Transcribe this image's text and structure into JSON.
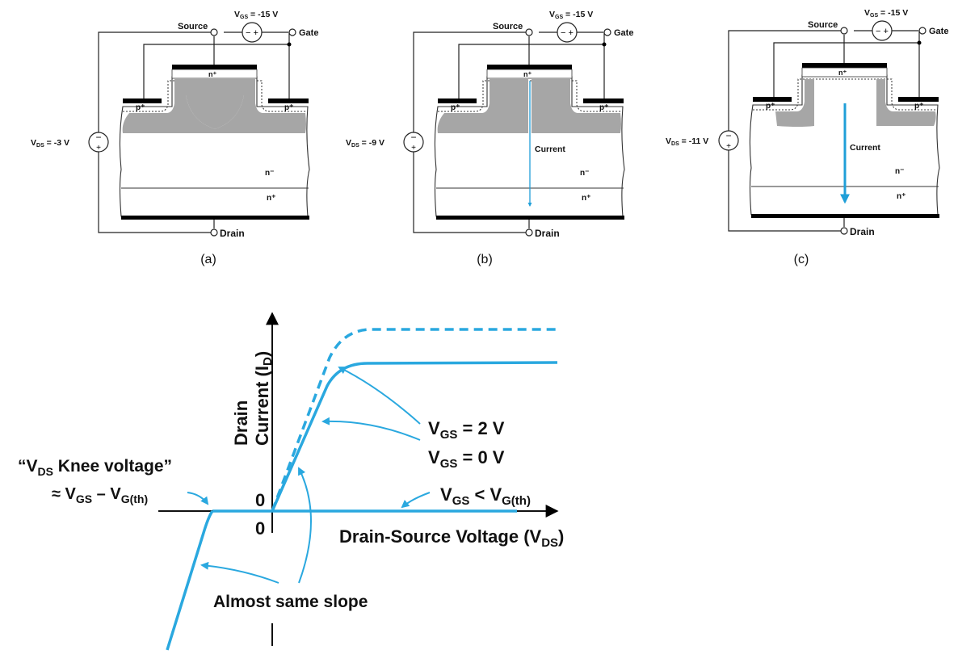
{
  "devices": [
    {
      "source_label": "Source",
      "gate_label": "Gate",
      "drain_label": "Drain",
      "vgs_label": "V",
      "vgs_sub": "GS",
      "vgs_value": " = -15 V",
      "vds_label": "V",
      "vds_sub": "DS",
      "vds_value": " = -3 V",
      "region_n_plus_top": "n⁺",
      "region_p_left": "p⁺",
      "region_p_right": "p⁺",
      "region_n_minus": "n⁻",
      "region_n_plus_bottom": "n⁺",
      "current_label": "",
      "caption": "(a)"
    },
    {
      "source_label": "Source",
      "gate_label": "Gate",
      "drain_label": "Drain",
      "vgs_label": "V",
      "vgs_sub": "GS",
      "vgs_value": " = -15 V",
      "vds_label": "V",
      "vds_sub": "DS",
      "vds_value": " = -9 V",
      "region_n_plus_top": "n⁺",
      "region_p_left": "p⁺",
      "region_p_right": "p⁺",
      "region_n_minus": "n⁻",
      "region_n_plus_bottom": "n⁺",
      "current_label": "Current",
      "caption": "(b)"
    },
    {
      "source_label": "Source",
      "gate_label": "Gate",
      "drain_label": "Drain",
      "vgs_label": "V",
      "vgs_sub": "GS",
      "vgs_value": " = -15 V",
      "vds_label": "V",
      "vds_sub": "DS",
      "vds_value": " = -11 V",
      "region_n_plus_top": "n⁺",
      "region_p_left": "p⁺",
      "region_p_right": "p⁺",
      "region_n_minus": "n⁻",
      "region_n_plus_bottom": "n⁺",
      "current_label": "Current",
      "caption": "(c)"
    }
  ],
  "iv_plot": {
    "y_axis_line1": "Drain",
    "y_axis_line2": "Current (I",
    "y_axis_sub": "D",
    "y_axis_close": ")",
    "x_axis": "Drain-Source Voltage (V",
    "x_axis_sub": "DS",
    "x_axis_close": ")",
    "origin_upper": "0",
    "origin_lower": "0",
    "knee_line1_a": "“V",
    "knee_line1_sub": "DS",
    "knee_line1_b": " Knee voltage”",
    "knee_line2_a": "≈ V",
    "knee_line2_sub1": "GS",
    "knee_line2_b": " – V",
    "knee_line2_sub2": "G(th)",
    "vgs2_a": "V",
    "vgs2_sub": "GS",
    "vgs2_b": " = 2 V",
    "vgs0_a": "V",
    "vgs0_sub": "GS",
    "vgs0_b": " = 0 V",
    "vgsth_a": "V",
    "vgsth_sub": "GS",
    "vgsth_b": " < V",
    "vgsth_sub2": "G(th)",
    "slope_note": "Almost same slope",
    "curve_color": "#2aa8df",
    "arrow_color": "#2aa8df"
  },
  "colors": {
    "depletion": "#a6a6a6",
    "metal": "#000000",
    "current_arrow": "#1f9fd8"
  }
}
